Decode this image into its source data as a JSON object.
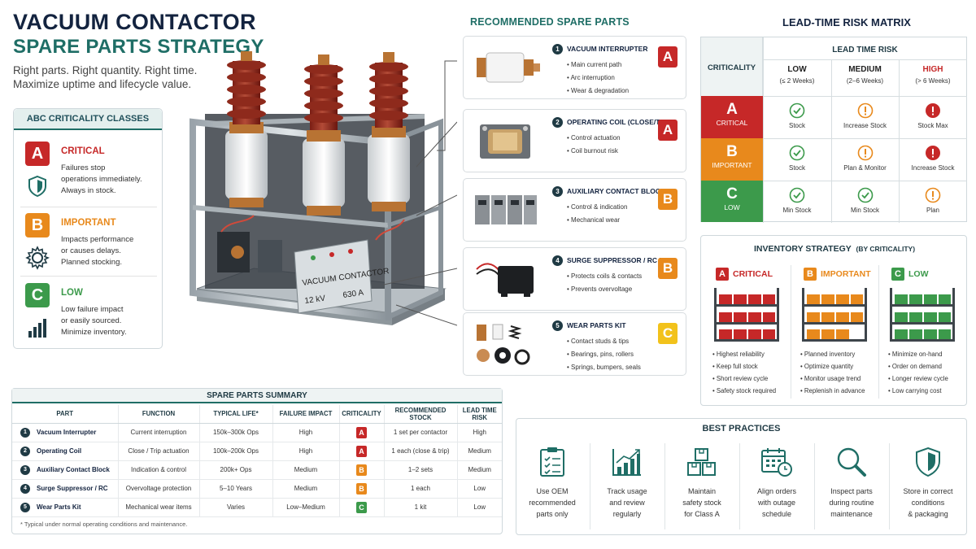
{
  "header": {
    "title_line1": "VACUUM CONTACTOR",
    "title_line2": "SPARE PARTS STRATEGY",
    "tagline_line1": "Right parts. Right quantity. Right time.",
    "tagline_line2": "Maximize uptime and lifecycle value."
  },
  "colors": {
    "critical": "#c62828",
    "important": "#e8891c",
    "low": "#3c9a4b",
    "teal": "#1f6e66",
    "navy": "#13233f"
  },
  "abc": {
    "title": "ABC CRITICALITY CLASSES",
    "classes": [
      {
        "letter": "A",
        "level": "CRITICAL",
        "desc_lines": [
          "Failures stop",
          "operations immediately.",
          "Always in stock."
        ],
        "icon": "shield-icon"
      },
      {
        "letter": "B",
        "level": "IMPORTANT",
        "desc_lines": [
          "Impacts performance",
          "or causes delays.",
          "Planned stocking."
        ],
        "icon": "gear-icon"
      },
      {
        "letter": "C",
        "level": "LOW",
        "desc_lines": [
          "Low failure impact",
          "or easily sourced.",
          "Minimize inventory."
        ],
        "icon": "bar-chart-icon"
      }
    ]
  },
  "machine": {
    "label": "VACUUM CONTACTOR",
    "voltage": "12 kV",
    "current": "630 A"
  },
  "spare_parts": {
    "title": "RECOMMENDED SPARE PARTS",
    "items": [
      {
        "num": "1",
        "name": "VACUUM INTERRUPTER",
        "bullets": [
          "Main current path",
          "Arc interruption",
          "Wear & degradation"
        ],
        "class": "A"
      },
      {
        "num": "2",
        "name": "OPERATING COIL (CLOSE/TRIP)",
        "bullets": [
          "Control actuation",
          "Coil burnout risk"
        ],
        "class": "A"
      },
      {
        "num": "3",
        "name": "AUXILIARY CONTACT BLOCK",
        "bullets": [
          "Control & indication",
          "Mechanical wear"
        ],
        "class": "B"
      },
      {
        "num": "4",
        "name": "SURGE SUPPRESSOR / RC UNIT",
        "bullets": [
          "Protects coils & contacts",
          "Prevents overvoltage"
        ],
        "class": "B"
      },
      {
        "num": "5",
        "name": "WEAR PARTS KIT",
        "bullets": [
          "Contact studs & tips",
          "Bearings, pins, rollers",
          "Springs, bumpers, seals"
        ],
        "class": "C"
      }
    ]
  },
  "matrix": {
    "title": "LEAD-TIME RISK MATRIX",
    "group_header": "LEAD TIME RISK",
    "row_header": "CRITICALITY",
    "columns": [
      {
        "label": "LOW",
        "sub": "(≤ 2 Weeks)"
      },
      {
        "label": "MEDIUM",
        "sub": "(2–6 Weeks)"
      },
      {
        "label": "HIGH",
        "sub": "(> 6 Weeks)"
      }
    ],
    "rows": [
      {
        "letter": "A",
        "level": "CRITICAL",
        "cells": [
          "Stock",
          "Increase Stock",
          "Stock Max"
        ]
      },
      {
        "letter": "B",
        "level": "IMPORTANT",
        "cells": [
          "Stock",
          "Plan & Monitor",
          "Increase Stock"
        ]
      },
      {
        "letter": "C",
        "level": "LOW",
        "cells": [
          "Min Stock",
          "Min Stock",
          "Plan"
        ]
      }
    ]
  },
  "inventory": {
    "title": "INVENTORY STRATEGY",
    "title_suffix": "(BY CRITICALITY)",
    "columns": [
      {
        "letter": "A",
        "level": "CRITICAL",
        "bullets": [
          "Highest reliability",
          "Keep full stock",
          "Short review cycle",
          "Safety stock required"
        ]
      },
      {
        "letter": "B",
        "level": "IMPORTANT",
        "bullets": [
          "Planned inventory",
          "Optimize quantity",
          "Monitor usage trend",
          "Replenish in advance"
        ]
      },
      {
        "letter": "C",
        "level": "LOW",
        "bullets": [
          "Minimize on-hand",
          "Order on demand",
          "Longer review cycle",
          "Low carrying cost"
        ]
      }
    ]
  },
  "summary": {
    "title": "SPARE PARTS SUMMARY",
    "headers": [
      "PART",
      "FUNCTION",
      "TYPICAL LIFE*",
      "FAILURE IMPACT",
      "CRITICALITY",
      "RECOMMENDED STOCK",
      "LEAD TIME RISK"
    ],
    "rows": [
      {
        "num": "1",
        "part": "Vacuum Interrupter",
        "function": "Current interruption",
        "life": "150k–300k Ops",
        "impact": "High",
        "crit": "A",
        "stock": "1 set per contactor",
        "risk": "High"
      },
      {
        "num": "2",
        "part": "Operating Coil",
        "function": "Close / Trip actuation",
        "life": "100k–200k Ops",
        "impact": "High",
        "crit": "A",
        "stock": "1 each (close & trip)",
        "risk": "Medium"
      },
      {
        "num": "3",
        "part": "Auxiliary Contact Block",
        "function": "Indication & control",
        "life": "200k+ Ops",
        "impact": "Medium",
        "crit": "B",
        "stock": "1–2 sets",
        "risk": "Medium"
      },
      {
        "num": "4",
        "part": "Surge Suppressor / RC",
        "function": "Overvoltage protection",
        "life": "5–10 Years",
        "impact": "Medium",
        "crit": "B",
        "stock": "1 each",
        "risk": "Low"
      },
      {
        "num": "5",
        "part": "Wear Parts Kit",
        "function": "Mechanical wear items",
        "life": "Varies",
        "impact": "Low–Medium",
        "crit": "C",
        "stock": "1 kit",
        "risk": "Low"
      }
    ],
    "footnote": "* Typical under normal operating conditions and maintenance."
  },
  "best_practices": {
    "title": "BEST PRACTICES",
    "items": [
      {
        "icon": "checklist-icon",
        "lines": [
          "Use OEM",
          "recommended",
          "parts only"
        ]
      },
      {
        "icon": "trend-chart-icon",
        "lines": [
          "Track usage",
          "and review",
          "regularly"
        ]
      },
      {
        "icon": "boxes-icon",
        "lines": [
          "Maintain",
          "safety stock",
          "for Class A"
        ]
      },
      {
        "icon": "calendar-clock-icon",
        "lines": [
          "Align orders",
          "with outage",
          "schedule"
        ]
      },
      {
        "icon": "magnifier-icon",
        "lines": [
          "Inspect parts",
          "during routine",
          "maintenance"
        ]
      },
      {
        "icon": "shield-check-icon",
        "lines": [
          "Store in correct",
          "conditions",
          "& packaging"
        ]
      }
    ]
  }
}
